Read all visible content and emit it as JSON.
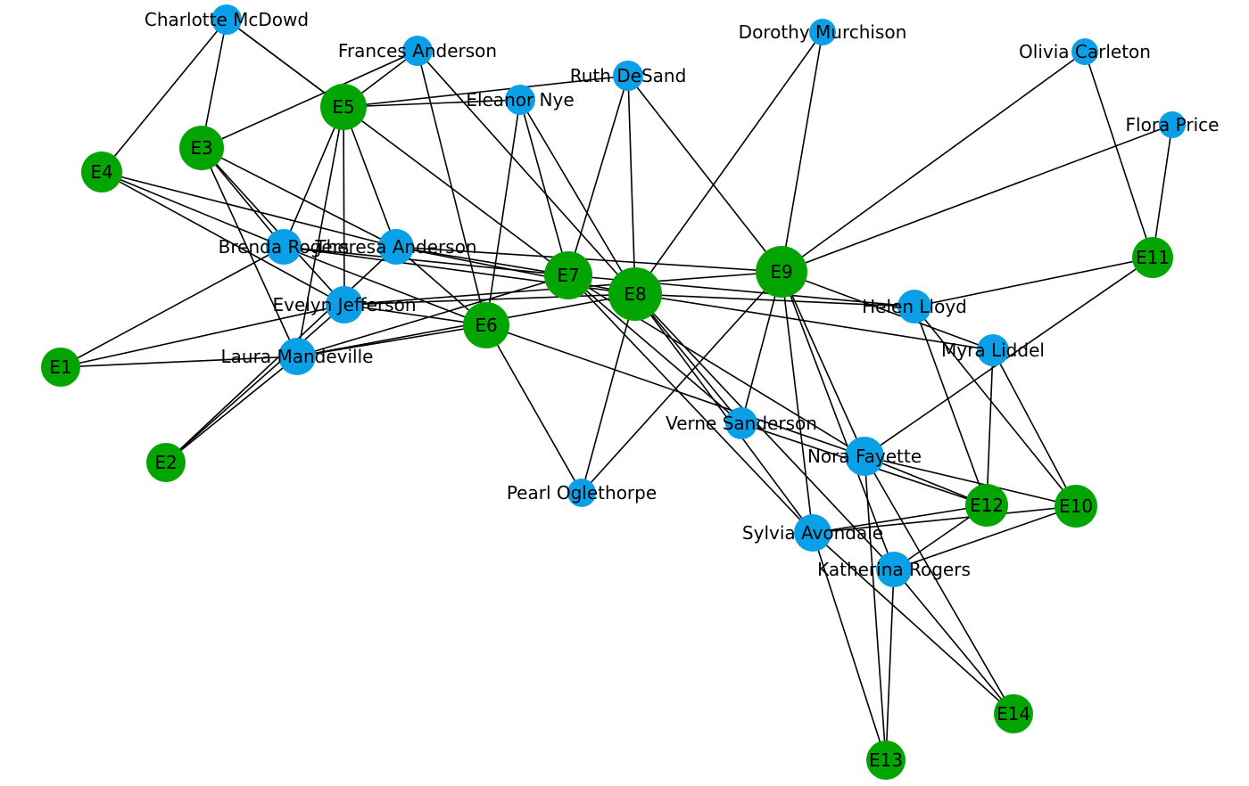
{
  "colors": {
    "person": "#0aa0e8",
    "event": "#03a503",
    "edge": "#000000",
    "label": "#000000"
  },
  "nodes": [
    {
      "id": "E1",
      "label": "E1",
      "type": "event"
    },
    {
      "id": "E2",
      "label": "E2",
      "type": "event"
    },
    {
      "id": "E3",
      "label": "E3",
      "type": "event"
    },
    {
      "id": "E4",
      "label": "E4",
      "type": "event"
    },
    {
      "id": "E5",
      "label": "E5",
      "type": "event"
    },
    {
      "id": "E6",
      "label": "E6",
      "type": "event"
    },
    {
      "id": "E7",
      "label": "E7",
      "type": "event"
    },
    {
      "id": "E8",
      "label": "E8",
      "type": "event"
    },
    {
      "id": "E9",
      "label": "E9",
      "type": "event"
    },
    {
      "id": "E10",
      "label": "E10",
      "type": "event"
    },
    {
      "id": "E11",
      "label": "E11",
      "type": "event"
    },
    {
      "id": "E12",
      "label": "E12",
      "type": "event"
    },
    {
      "id": "E13",
      "label": "E13",
      "type": "event"
    },
    {
      "id": "E14",
      "label": "E14",
      "type": "event"
    },
    {
      "id": "charlotte",
      "label": "Charlotte McDowd",
      "type": "person"
    },
    {
      "id": "frances",
      "label": "Frances Anderson",
      "type": "person"
    },
    {
      "id": "eleanor",
      "label": "Eleanor Nye",
      "type": "person"
    },
    {
      "id": "ruth",
      "label": "Ruth DeSand",
      "type": "person"
    },
    {
      "id": "dorothy",
      "label": "Dorothy Murchison",
      "type": "person"
    },
    {
      "id": "olivia",
      "label": "Olivia Carleton",
      "type": "person"
    },
    {
      "id": "flora",
      "label": "Flora Price",
      "type": "person"
    },
    {
      "id": "brenda",
      "label": "Brenda Rogers",
      "type": "person"
    },
    {
      "id": "theresa",
      "label": "Theresa Anderson",
      "type": "person"
    },
    {
      "id": "evelyn",
      "label": "Evelyn Jefferson",
      "type": "person"
    },
    {
      "id": "laura",
      "label": "Laura Mandeville",
      "type": "person"
    },
    {
      "id": "helen",
      "label": "Helen Lloyd",
      "type": "person"
    },
    {
      "id": "myra",
      "label": "Myra Liddel",
      "type": "person"
    },
    {
      "id": "verne",
      "label": "Verne Sanderson",
      "type": "person"
    },
    {
      "id": "nora",
      "label": "Nora Fayette",
      "type": "person"
    },
    {
      "id": "pearl",
      "label": "Pearl Oglethorpe",
      "type": "person"
    },
    {
      "id": "sylvia",
      "label": "Sylvia Avondale",
      "type": "person"
    },
    {
      "id": "katherina",
      "label": "Katherina Rogers",
      "type": "person"
    }
  ],
  "edges": [
    [
      "evelyn",
      "E1"
    ],
    [
      "evelyn",
      "E2"
    ],
    [
      "evelyn",
      "E3"
    ],
    [
      "evelyn",
      "E4"
    ],
    [
      "evelyn",
      "E5"
    ],
    [
      "evelyn",
      "E6"
    ],
    [
      "evelyn",
      "E8"
    ],
    [
      "evelyn",
      "E9"
    ],
    [
      "laura",
      "E1"
    ],
    [
      "laura",
      "E2"
    ],
    [
      "laura",
      "E3"
    ],
    [
      "laura",
      "E5"
    ],
    [
      "laura",
      "E6"
    ],
    [
      "laura",
      "E7"
    ],
    [
      "laura",
      "E8"
    ],
    [
      "theresa",
      "E2"
    ],
    [
      "theresa",
      "E3"
    ],
    [
      "theresa",
      "E4"
    ],
    [
      "theresa",
      "E5"
    ],
    [
      "theresa",
      "E6"
    ],
    [
      "theresa",
      "E7"
    ],
    [
      "theresa",
      "E8"
    ],
    [
      "theresa",
      "E9"
    ],
    [
      "brenda",
      "E1"
    ],
    [
      "brenda",
      "E3"
    ],
    [
      "brenda",
      "E4"
    ],
    [
      "brenda",
      "E5"
    ],
    [
      "brenda",
      "E6"
    ],
    [
      "brenda",
      "E7"
    ],
    [
      "brenda",
      "E8"
    ],
    [
      "charlotte",
      "E3"
    ],
    [
      "charlotte",
      "E4"
    ],
    [
      "charlotte",
      "E5"
    ],
    [
      "charlotte",
      "E7"
    ],
    [
      "frances",
      "E3"
    ],
    [
      "frances",
      "E5"
    ],
    [
      "frances",
      "E6"
    ],
    [
      "frances",
      "E8"
    ],
    [
      "eleanor",
      "E5"
    ],
    [
      "eleanor",
      "E6"
    ],
    [
      "eleanor",
      "E7"
    ],
    [
      "eleanor",
      "E8"
    ],
    [
      "pearl",
      "E6"
    ],
    [
      "pearl",
      "E8"
    ],
    [
      "pearl",
      "E9"
    ],
    [
      "ruth",
      "E5"
    ],
    [
      "ruth",
      "E7"
    ],
    [
      "ruth",
      "E8"
    ],
    [
      "ruth",
      "E9"
    ],
    [
      "verne",
      "E7"
    ],
    [
      "verne",
      "E8"
    ],
    [
      "verne",
      "E9"
    ],
    [
      "verne",
      "E12"
    ],
    [
      "myra",
      "E8"
    ],
    [
      "myra",
      "E9"
    ],
    [
      "myra",
      "E10"
    ],
    [
      "myra",
      "E12"
    ],
    [
      "katherina",
      "E8"
    ],
    [
      "katherina",
      "E9"
    ],
    [
      "katherina",
      "E10"
    ],
    [
      "katherina",
      "E12"
    ],
    [
      "katherina",
      "E13"
    ],
    [
      "katherina",
      "E14"
    ],
    [
      "sylvia",
      "E7"
    ],
    [
      "sylvia",
      "E8"
    ],
    [
      "sylvia",
      "E9"
    ],
    [
      "sylvia",
      "E10"
    ],
    [
      "sylvia",
      "E12"
    ],
    [
      "sylvia",
      "E13"
    ],
    [
      "sylvia",
      "E14"
    ],
    [
      "nora",
      "E6"
    ],
    [
      "nora",
      "E7"
    ],
    [
      "nora",
      "E9"
    ],
    [
      "nora",
      "E10"
    ],
    [
      "nora",
      "E11"
    ],
    [
      "nora",
      "E12"
    ],
    [
      "nora",
      "E13"
    ],
    [
      "nora",
      "E14"
    ],
    [
      "helen",
      "E7"
    ],
    [
      "helen",
      "E8"
    ],
    [
      "helen",
      "E10"
    ],
    [
      "helen",
      "E11"
    ],
    [
      "helen",
      "E12"
    ],
    [
      "dorothy",
      "E8"
    ],
    [
      "dorothy",
      "E9"
    ],
    [
      "olivia",
      "E9"
    ],
    [
      "olivia",
      "E11"
    ],
    [
      "flora",
      "E9"
    ],
    [
      "flora",
      "E11"
    ]
  ]
}
